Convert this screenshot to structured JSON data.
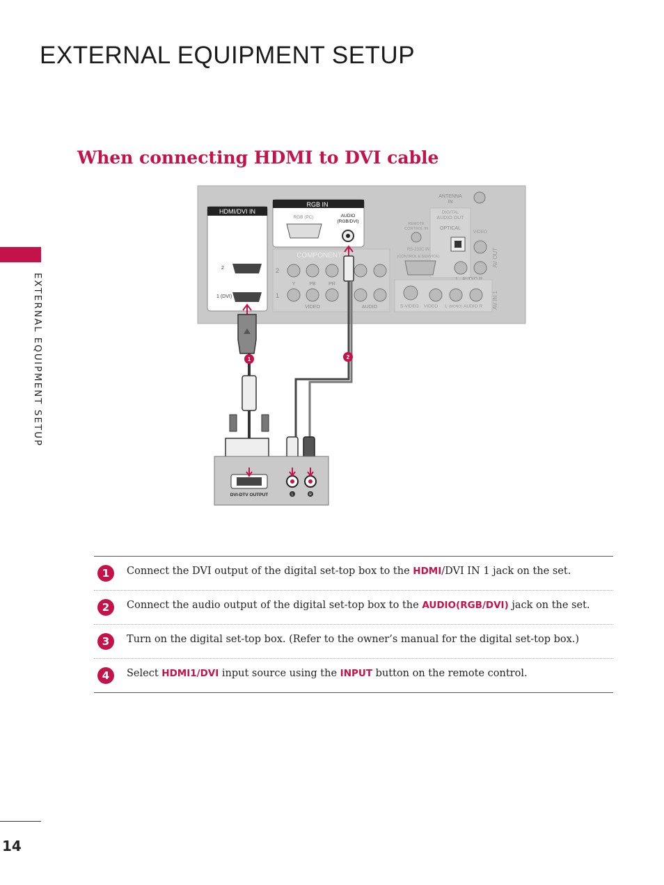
{
  "page": {
    "title": "EXTERNAL EQUIPMENT SETUP",
    "side_label": "EXTERNAL EQUIPMENT SETUP",
    "section_title": "When connecting HDMI to DVI cable",
    "page_number": "14"
  },
  "colors": {
    "accent": "#c4124a",
    "panel": "#c9c9c9"
  },
  "diagram": {
    "panel_labels": {
      "hdmi_dvi_in": "HDMI/DVI IN",
      "hdmi_port_2": "2",
      "hdmi_port_1": "1 (DVI)",
      "rgb_in": "RGB IN",
      "rgb_pc": "RGB (PC)",
      "audio_rgb_dvi_1": "AUDIO",
      "audio_rgb_dvi_2": "(RGB/DVI)",
      "antenna_1": "ANTENNA",
      "antenna_2": "IN",
      "digital_1": "DIGITAL",
      "digital_2": "AUDIO OUT",
      "optical": "OPTICAL",
      "remote_1": "REMOTE",
      "remote_2": "CONTROL IN",
      "rs232_1": "RS-232C IN",
      "rs232_2": "(CONTROL & SERVICE)",
      "component": "COMPONENT IN",
      "row_2": "2",
      "row_1": "1",
      "y": "Y",
      "pb": "PB",
      "pr": "PR",
      "video": "VIDEO",
      "audio": "AUDIO",
      "l": "L",
      "r": "R",
      "av_out": "AV OUT",
      "av_in_1": "AV IN 1",
      "video_small": "VIDEO",
      "audio_r": "AUDIO R",
      "svideo": "S-VIDEO",
      "video2": "VIDEO",
      "mono": "(MONO)",
      "l2": "L",
      "audio_r2": "AUDIO R"
    },
    "callouts": {
      "one": "1",
      "two": "2"
    },
    "device": {
      "label": "DVI-DTV OUTPUT",
      "l": "L",
      "r": "R"
    }
  },
  "steps": [
    {
      "num": "1",
      "pre": "Connect the DVI output of the digital set-top box to the ",
      "kw": "HDMI",
      "post": "/DVI IN 1  jack on the set."
    },
    {
      "num": "2",
      "pre": "Connect the audio output of the digital set-top box to the ",
      "kw": "AUDIO(RGB/DVI)",
      "post": " jack on the set."
    },
    {
      "num": "3",
      "pre": "Turn on the digital set-top box. (Refer to the owner’s manual for the digital set-top box.)",
      "kw": "",
      "post": ""
    },
    {
      "num": "4",
      "pre": "Select ",
      "kw": "HDMI1/DVI",
      "mid": " input source using the ",
      "kw2": "INPUT",
      "post": " button on the remote control."
    }
  ]
}
